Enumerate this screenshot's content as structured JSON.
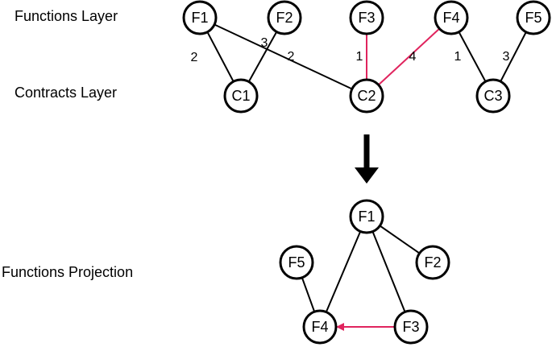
{
  "labels": {
    "functions_layer": "Functions Layer",
    "contracts_layer": "Contracts Layer",
    "functions_projection": "Functions Projection"
  },
  "nodes": {
    "f1_top": "F1",
    "f2_top": "F2",
    "f3_top": "F3",
    "f4_top": "F4",
    "f5_top": "F5",
    "c1": "C1",
    "c2": "C2",
    "c3": "C3",
    "f1_proj": "F1",
    "f2_proj": "F2",
    "f3_proj": "F3",
    "f4_proj": "F4",
    "f5_proj": "F5"
  },
  "edge_weights": {
    "f1_c1": "2",
    "f2_c1": "3",
    "f1_c2": "2",
    "f3_c2": "1",
    "f4_c2": "4",
    "f4_c3": "1",
    "f5_c3": "3"
  },
  "colors": {
    "highlight": "#e0245e",
    "default": "#000000"
  }
}
